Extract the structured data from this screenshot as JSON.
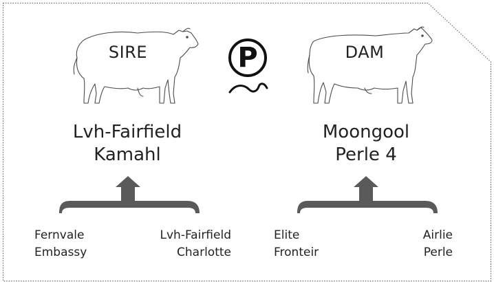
{
  "sire": {
    "label": "SIRE",
    "name_line1": "Lvh-Fairfield",
    "name_line2": "Kamahl",
    "grandsire_line1": "Fernvale",
    "grandsire_line2": "Embassy",
    "granddam_line1": "Lvh-Fairfield",
    "granddam_line2": "Charlotte"
  },
  "dam": {
    "label": "DAM",
    "name_line1": "Moongool",
    "name_line2": "Perle 4",
    "grandsire_line1": "Elite",
    "grandsire_line2": "Fronteir",
    "granddam_line1": "Airlie",
    "granddam_line2": "Perle"
  },
  "poll_symbol": "P",
  "icons": {
    "sire_image": "bull-outline-icon",
    "dam_image": "cow-outline-icon",
    "poll": "polled-symbol-icon",
    "sire_brace": "upward-brace-arrow-icon",
    "dam_brace": "upward-brace-arrow-icon"
  },
  "colors": {
    "border": "#555555",
    "arrow": "#5a5a5a",
    "outline": "#4a4a4a",
    "text": "#222222"
  }
}
